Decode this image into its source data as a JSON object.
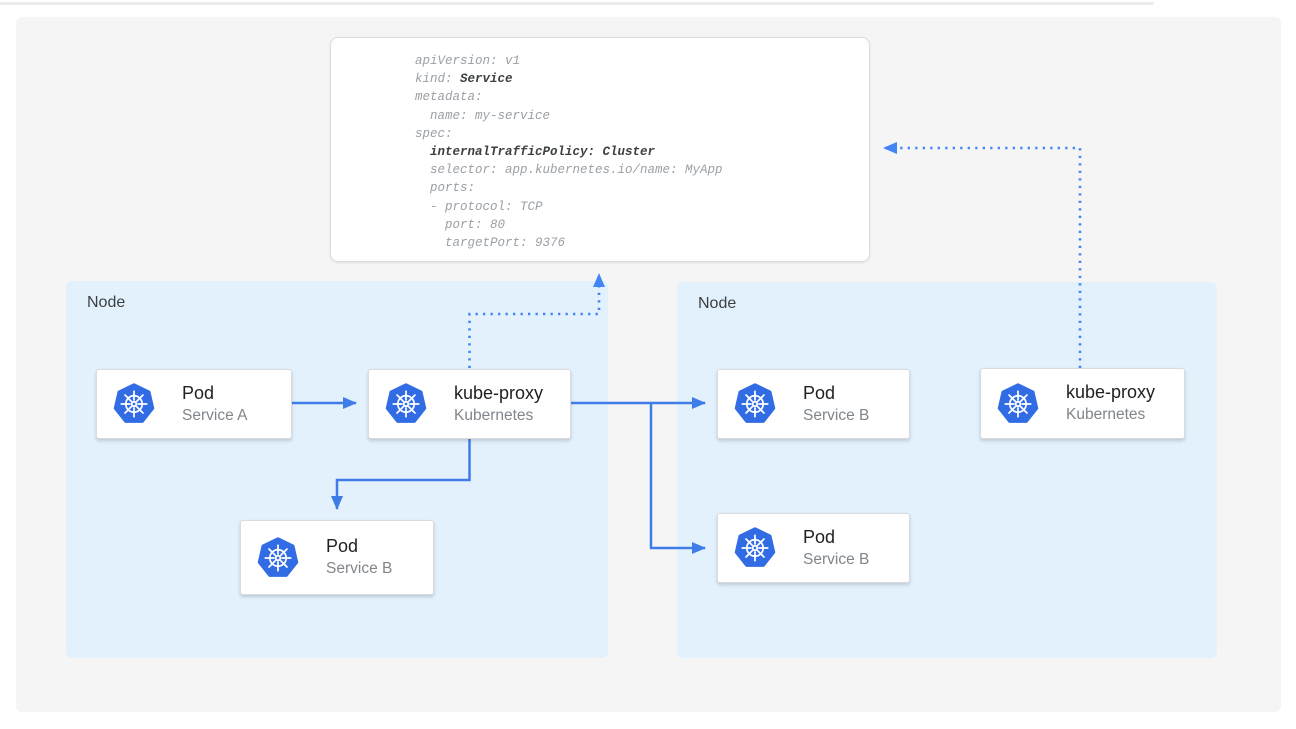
{
  "colors": {
    "page_bg": "#FFFFFF",
    "panel_bg": "#F5F5F6",
    "node_fill": "#E3F1FC",
    "solid_arrow_blue": "#3E7DE8",
    "dotted_arrow_blue": "#4285F4",
    "kubernetes_logo_blue": "#326CE5",
    "card_title_color": "#202124",
    "card_subtitle_color": "#80868B",
    "node_label_color": "#3C4043",
    "code_text_color": "#9AA0A6",
    "code_bold_color": "#3C4043"
  },
  "yaml_card": {
    "lines": [
      {
        "text": "apiVersion: v1"
      },
      {
        "pre": "kind: ",
        "bold": "Service"
      },
      {
        "text": "metadata:"
      },
      {
        "text": "  name: my-service"
      },
      {
        "text": "spec:"
      },
      {
        "bold": "  internalTrafficPolicy: Cluster"
      },
      {
        "text": "  selector: app.kubernetes.io/name: MyApp"
      },
      {
        "text": "  ports:"
      },
      {
        "text": "  - protocol: TCP"
      },
      {
        "text": "    port: 80"
      },
      {
        "text": "    targetPort: 9376"
      }
    ]
  },
  "nodes": {
    "left": {
      "label": "Node"
    },
    "right": {
      "label": "Node"
    }
  },
  "cards": {
    "pod_a": {
      "title": "Pod",
      "subtitle": "Service A",
      "icon": "kubernetes-icon"
    },
    "kube_proxy_left": {
      "title": "kube-proxy",
      "subtitle": "Kubernetes",
      "icon": "kubernetes-icon"
    },
    "pod_b_left": {
      "title": "Pod",
      "subtitle": "Service B",
      "icon": "kubernetes-icon"
    },
    "pod_b_right_top": {
      "title": "Pod",
      "subtitle": "Service B",
      "icon": "kubernetes-icon"
    },
    "pod_b_right_bottom": {
      "title": "Pod",
      "subtitle": "Service B",
      "icon": "kubernetes-icon"
    },
    "kube_proxy_right": {
      "title": "kube-proxy",
      "subtitle": "Kubernetes",
      "icon": "kubernetes-icon"
    }
  }
}
